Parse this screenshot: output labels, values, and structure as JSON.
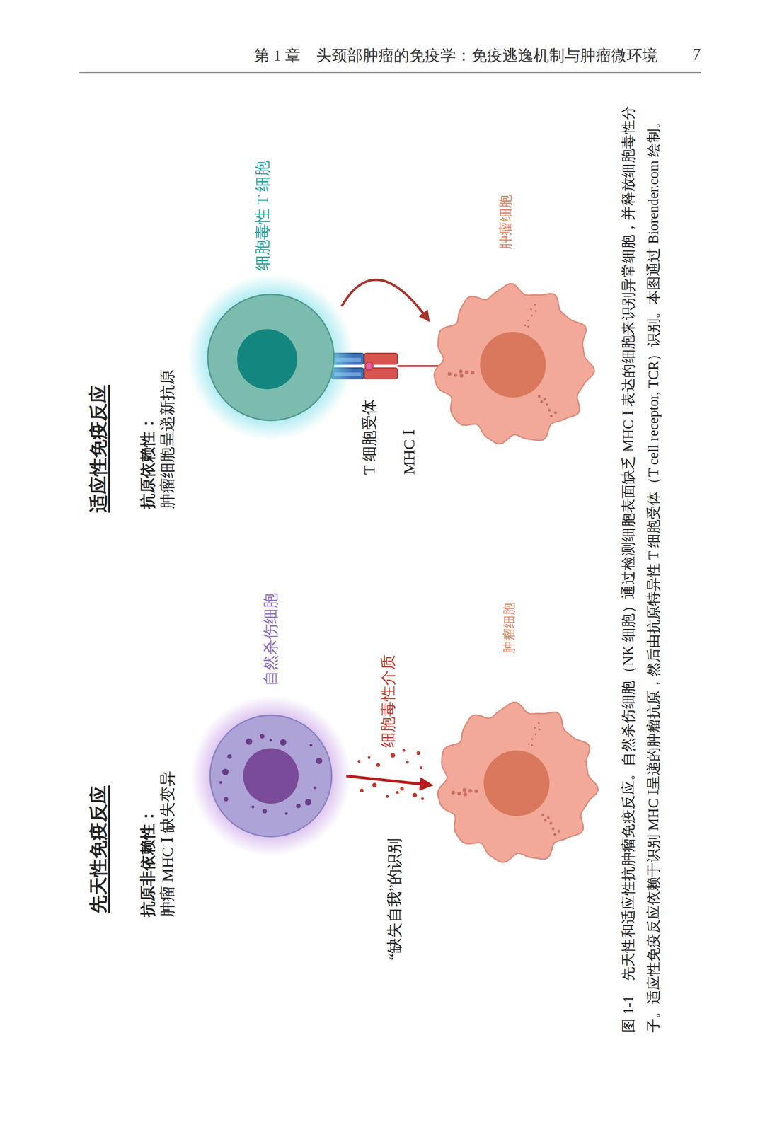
{
  "diagram": {
    "caption": "图 1-1　先天性和适应性抗肿瘤免疫反应。自然杀伤细胞（NK 细胞）通过检测细胞表面缺乏 MHC Ⅰ 表达的细胞来识别异常细胞，并释放细胞毒性分子。适应性免疫反应依赖于识别 MHC Ⅰ呈递的肿瘤抗原，然后由抗原特异性 T 细胞受体（T cell receptor, TCR）识别。本图通过 Biorender.com 绘制。",
    "nodes": [
      {
        "text": [
          "自然杀伤细胞"
        ]
      },
      {
        "text": [
          "肿瘤细胞"
        ]
      },
      {
        "text": [
          "细胞毒性 T 细胞"
        ]
      },
      {
        "text": [
          "肿瘤细胞"
        ]
      }
    ],
    "edges": [
      {
        "from": 0,
        "to": 1,
        "arrow": "to",
        "label": "细胞毒性介质"
      },
      {
        "from": 2,
        "to": 3,
        "arrow": "to"
      }
    ],
    "labels": [
      "第 1 章　头颈部肿瘤的免疫学：免疫逃逸机制与肿瘤微环境",
      "7",
      "先天性免疫反应",
      "抗原非依赖性：",
      "肿瘤 MHC Ⅰ 缺失变异",
      "“缺失自我”的识别",
      "适应性免疫反应",
      "抗原依赖性：",
      "肿瘤细胞呈递新抗原",
      "T 细胞受体",
      "MHC Ⅰ"
    ]
  }
}
